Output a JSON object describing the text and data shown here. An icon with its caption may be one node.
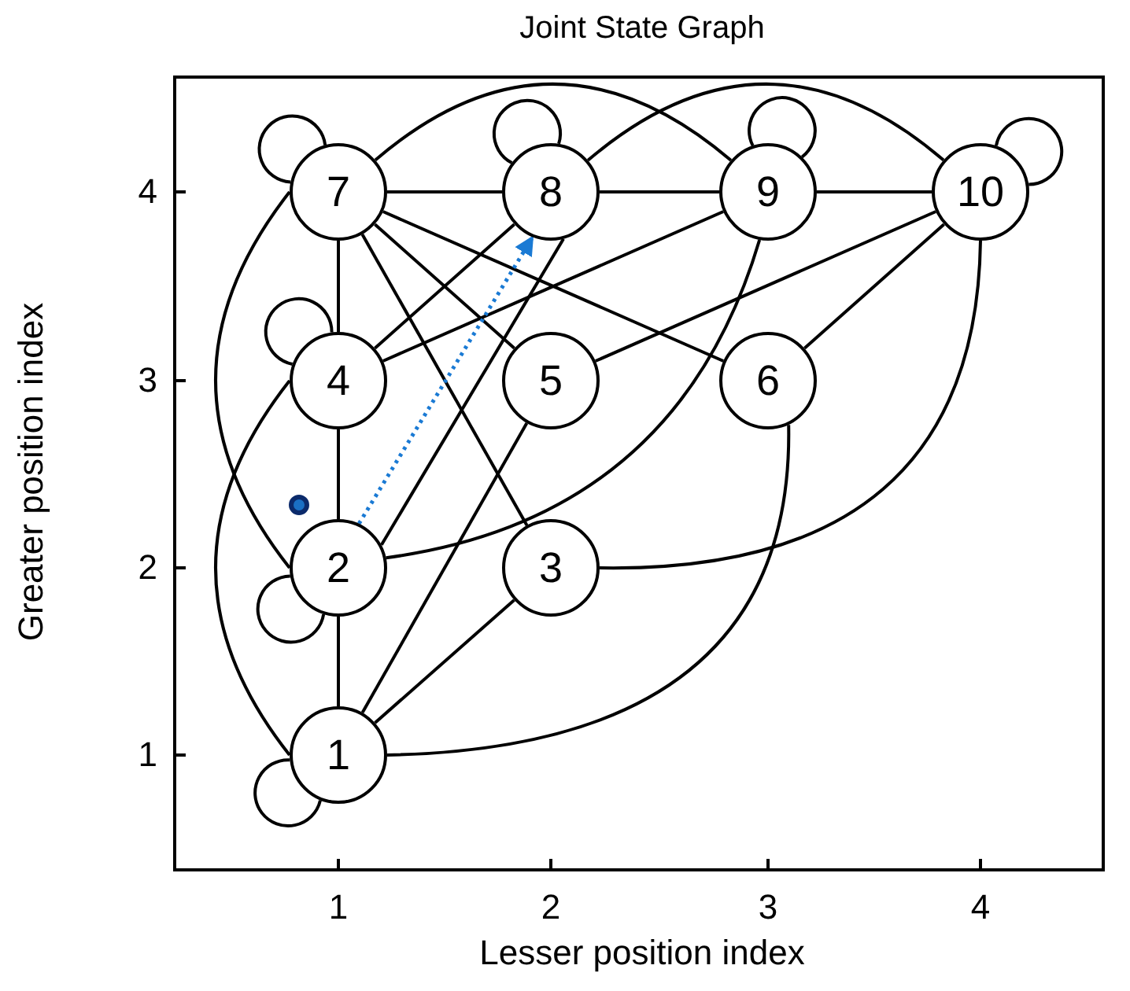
{
  "diagram": {
    "title": "Joint State Graph",
    "nodes": [
      {
        "text": [
          "7"
        ]
      },
      {
        "text": [
          "8"
        ]
      },
      {
        "text": [
          "9"
        ]
      },
      {
        "text": [
          "10"
        ]
      },
      {
        "text": [
          "4"
        ]
      },
      {
        "text": [
          "5"
        ]
      },
      {
        "text": [
          "6"
        ]
      },
      {
        "text": [
          "2"
        ]
      },
      {
        "text": [
          "3"
        ]
      },
      {
        "text": [
          "1"
        ]
      }
    ],
    "edges": [
      {
        "from": 0,
        "to": 0,
        "arrow": "none"
      },
      {
        "from": 1,
        "to": 1,
        "arrow": "none"
      },
      {
        "from": 2,
        "to": 2,
        "arrow": "none"
      },
      {
        "from": 3,
        "to": 3,
        "arrow": "none"
      },
      {
        "from": 4,
        "to": 4,
        "arrow": "none"
      },
      {
        "from": 7,
        "to": 7,
        "arrow": "none"
      },
      {
        "from": 9,
        "to": 9,
        "arrow": "none"
      },
      {
        "from": 0,
        "to": 1,
        "arrow": "none"
      },
      {
        "from": 1,
        "to": 2,
        "arrow": "none"
      },
      {
        "from": 2,
        "to": 3,
        "arrow": "none"
      },
      {
        "from": 0,
        "to": 2,
        "arrow": "none"
      },
      {
        "from": 1,
        "to": 3,
        "arrow": "none"
      },
      {
        "from": 0,
        "to": 4,
        "arrow": "none"
      },
      {
        "from": 0,
        "to": 5,
        "arrow": "none"
      },
      {
        "from": 0,
        "to": 6,
        "arrow": "none"
      },
      {
        "from": 0,
        "to": 8,
        "arrow": "none"
      },
      {
        "from": 0,
        "to": 7,
        "arrow": "none"
      },
      {
        "from": 4,
        "to": 1,
        "arrow": "none"
      },
      {
        "from": 4,
        "to": 2,
        "arrow": "none"
      },
      {
        "from": 4,
        "to": 7,
        "arrow": "none"
      },
      {
        "from": 4,
        "to": 9,
        "arrow": "none"
      },
      {
        "from": 5,
        "to": 3,
        "arrow": "none"
      },
      {
        "from": 6,
        "to": 3,
        "arrow": "none"
      },
      {
        "from": 7,
        "to": 1,
        "arrow": "none"
      },
      {
        "from": 7,
        "to": 2,
        "arrow": "none"
      },
      {
        "from": 7,
        "to": 9,
        "arrow": "none"
      },
      {
        "from": 8,
        "to": 3,
        "arrow": "none"
      },
      {
        "from": 9,
        "to": 5,
        "arrow": "none"
      },
      {
        "from": 9,
        "to": 8,
        "arrow": "none"
      },
      {
        "from": 9,
        "to": 6,
        "arrow": "none"
      },
      {
        "from": 7,
        "to": 1,
        "arrow": "to",
        "style": "dashed",
        "color": "#1a7ad4"
      }
    ],
    "labels": [
      "4",
      "3",
      "2",
      "1",
      "1",
      "2",
      "3",
      "4",
      "Lesser position index",
      "Greater position index"
    ]
  }
}
